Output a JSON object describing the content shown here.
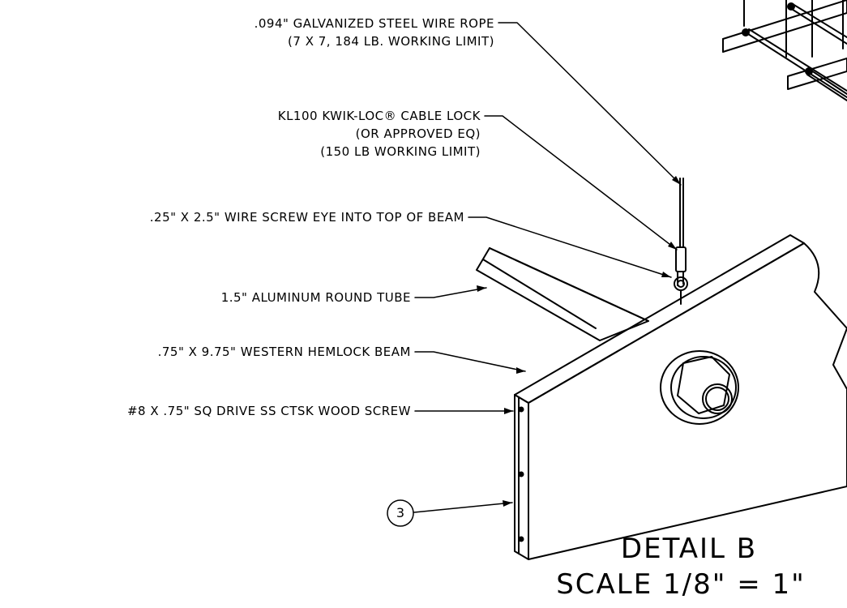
{
  "callouts": {
    "wire_rope": [
      ".094\" GALVANIZED STEEL WIRE ROPE",
      "(7 X 7, 184 LB. WORKING LIMIT)"
    ],
    "cable_lock": [
      "KL100 KWIK-LOC® CABLE LOCK",
      "(OR APPROVED EQ)",
      "(150 LB WORKING LIMIT)"
    ],
    "screw_eye": ".25\" X 2.5\" WIRE SCREW EYE INTO TOP OF BEAM",
    "tube": "1.5\" ALUMINUM ROUND TUBE",
    "beam": ".75\" X 9.75\" WESTERN HEMLOCK BEAM",
    "wood_screw": "#8 X .75\" SQ DRIVE SS CTSK WOOD SCREW"
  },
  "balloon": "3",
  "detail": {
    "name": "DETAIL  B",
    "scale": "SCALE 1/8\" = 1\""
  }
}
